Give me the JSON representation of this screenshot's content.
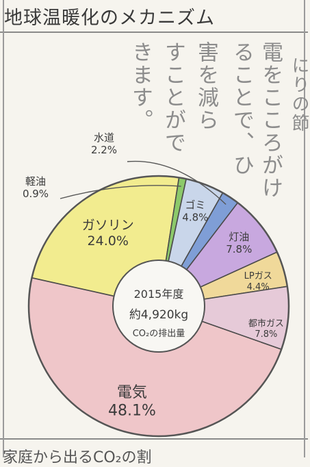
{
  "title": "地球温暖化のメカニズム",
  "vertical_text": [
    "電をこころがけ",
    "ることで、ひ",
    "害を減ら",
    "すことがで",
    "きます。"
  ],
  "right_fragment": "にりの節",
  "bottom_text": "家庭から出るCO₂の割",
  "chart_data": {
    "type": "pie",
    "title": "",
    "center_text": [
      "2015年度",
      "約4,920kg",
      "CO₂の排出量"
    ],
    "slices": [
      {
        "label": "電気",
        "value": 48.1,
        "display": "48.1%",
        "color": "#efc6c9"
      },
      {
        "label": "ガソリン",
        "value": 24.0,
        "display": "24.0%",
        "color": "#f2ec8f"
      },
      {
        "label": "軽油",
        "value": 0.9,
        "display": "0.9%",
        "color": "#8cc96a"
      },
      {
        "label": "ゴミ",
        "value": 4.8,
        "display": "4.8%",
        "color": "#c9d6ea"
      },
      {
        "label": "水道",
        "value": 2.2,
        "display": "2.2%",
        "color": "#7f9ed6"
      },
      {
        "label": "灯油",
        "value": 7.8,
        "display": "7.8%",
        "color": "#c8a8df"
      },
      {
        "label": "LPガス",
        "value": 4.4,
        "display": "4.4%",
        "color": "#f0d99a"
      },
      {
        "label": "都市ガス",
        "value": 7.8,
        "display": "7.8%",
        "color": "#e6cad8"
      }
    ]
  }
}
